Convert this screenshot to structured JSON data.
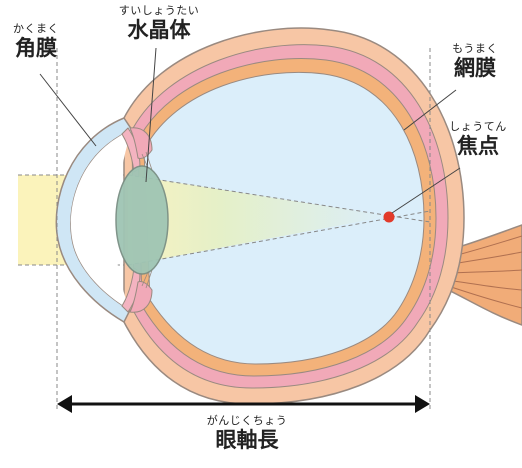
{
  "labels": {
    "cornea": {
      "reading": "かくまく",
      "term": "角膜"
    },
    "lens": {
      "reading": "すいしょうたい",
      "term": "水晶体"
    },
    "retina": {
      "reading": "もうまく",
      "term": "網膜"
    },
    "focus": {
      "reading": "しょうてん",
      "term": "焦点"
    },
    "axial_length": {
      "reading": "がんじくちょう",
      "term": "眼軸長"
    }
  },
  "colors": {
    "outline": "#9a8a80",
    "sclera_outer": "#f7c6a5",
    "choroid": "#f1a9b8",
    "retina_band": "#f3b27a",
    "vitreous": "#dbeefa",
    "cornea": "#cfe6f5",
    "lens": "#9fc5b4",
    "iris": "#f3b3c0",
    "light_beam": "#fbf3bb",
    "focus_point": "#e23a2a",
    "optic_nerve": "#f1ac78",
    "arrow": "#111111"
  },
  "icons": {
    "focus_marker": "red-dot-icon",
    "axis_arrow": "double-headed-arrow-icon"
  }
}
